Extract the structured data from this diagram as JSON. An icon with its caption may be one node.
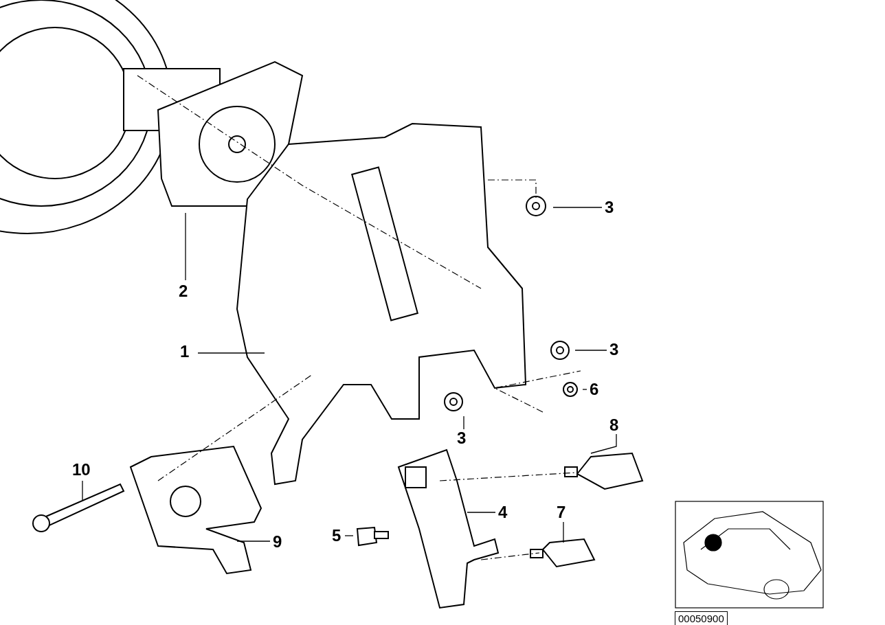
{
  "diagram": {
    "nodes": [
      {
        "text": [
          "2"
        ]
      },
      {
        "text": [
          "3"
        ]
      },
      {
        "text": [
          "1"
        ]
      },
      {
        "text": [
          "3"
        ]
      },
      {
        "text": [
          "6"
        ]
      },
      {
        "text": [
          "3"
        ]
      },
      {
        "text": [
          "8"
        ]
      },
      {
        "text": [
          "10"
        ]
      },
      {
        "text": [
          "4"
        ]
      },
      {
        "text": [
          "7"
        ]
      },
      {
        "text": [
          "5"
        ]
      },
      {
        "text": [
          "9"
        ]
      }
    ],
    "edges": [
      {
        "from": 0,
        "to": null,
        "arrow": "none"
      },
      {
        "from": 1,
        "to": null,
        "arrow": "none"
      },
      {
        "from": 2,
        "to": null,
        "arrow": "none"
      },
      {
        "from": 3,
        "to": null,
        "arrow": "none"
      },
      {
        "from": 4,
        "to": null,
        "arrow": "none"
      },
      {
        "from": 5,
        "to": null,
        "arrow": "none"
      },
      {
        "from": 6,
        "to": null,
        "arrow": "none"
      },
      {
        "from": 7,
        "to": null,
        "arrow": "none"
      },
      {
        "from": 8,
        "to": null,
        "arrow": "none"
      },
      {
        "from": 9,
        "to": null,
        "arrow": "none"
      },
      {
        "from": 10,
        "to": null,
        "arrow": "none"
      },
      {
        "from": 11,
        "to": null,
        "arrow": "none"
      }
    ],
    "labels": [
      "00050900"
    ]
  }
}
